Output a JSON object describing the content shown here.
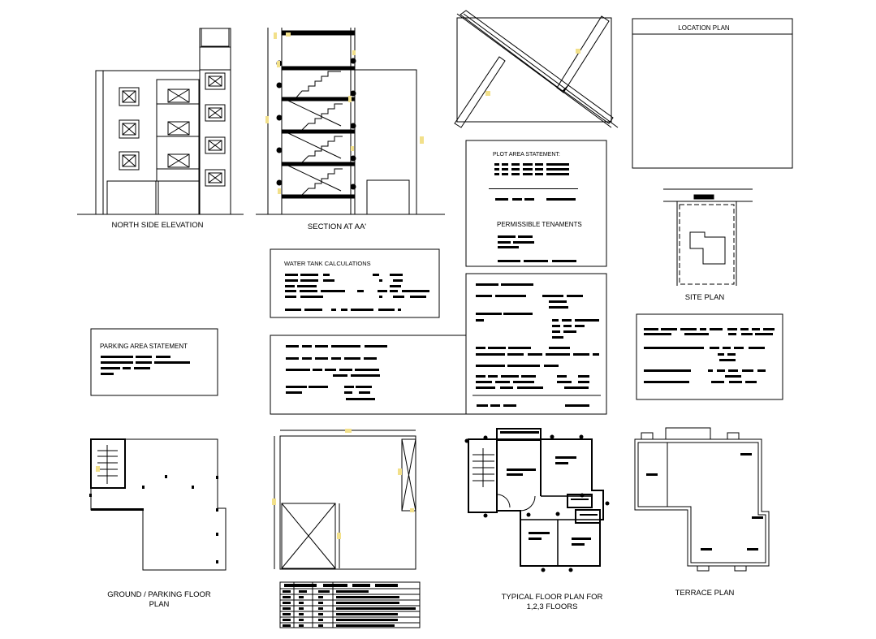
{
  "labels": {
    "north_elevation": "NORTH SIDE ELEVATION",
    "section": "SECTION AT AA'",
    "location_plan": "LOCATION PLAN",
    "plot_area": "PLOT AREA STATEMENT:",
    "permissible": "PERMISSIBLE TENAMENTS",
    "site_plan": "SITE PLAN",
    "water_tank": "WATER TANK CALCULATIONS",
    "parking_area": "PARKING AREA STATEMENT",
    "ground_floor_1": "GROUND / PARKING FLOOR",
    "ground_floor_2": "PLAN",
    "typical_floor_1": "TYPICAL FLOOR PLAN FOR",
    "typical_floor_2": "1,2,3 FLOORS",
    "terrace_plan": "TERRACE PLAN"
  },
  "colors": {
    "line": "#000000",
    "dimension_marker": "#f2e08a",
    "background": "#ffffff"
  }
}
